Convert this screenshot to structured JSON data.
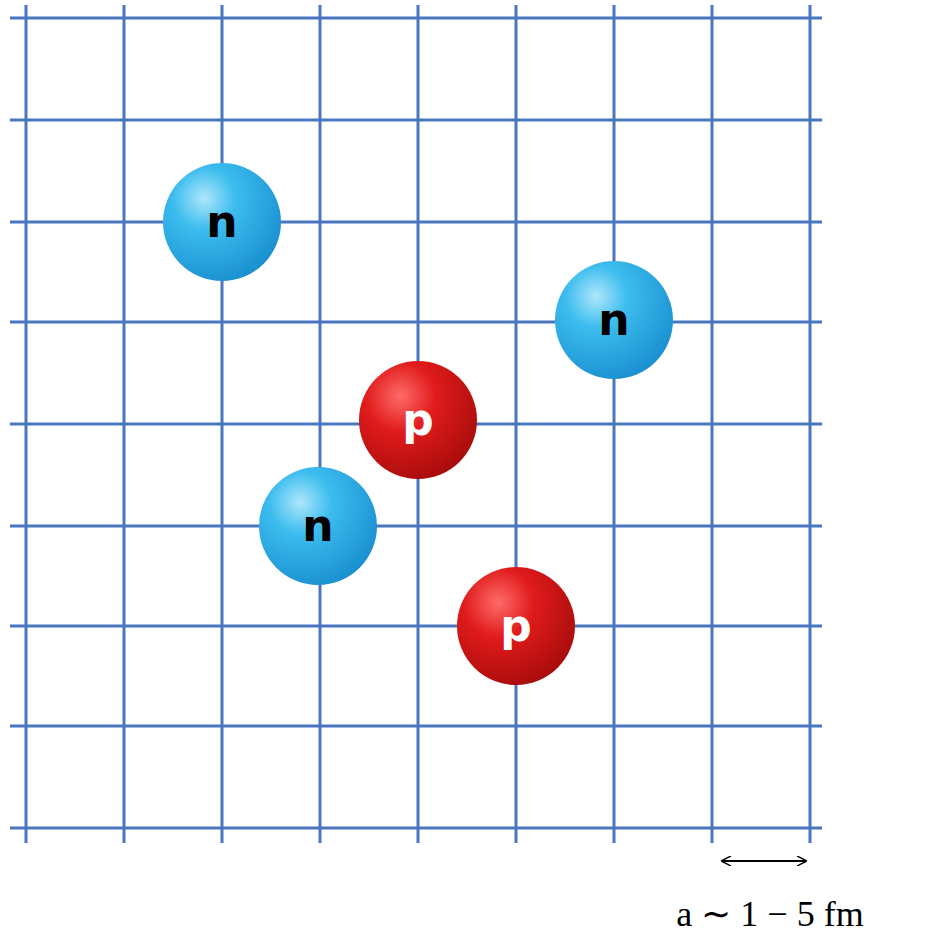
{
  "diagram": {
    "nodes": [
      {
        "text": [
          "n"
        ]
      },
      {
        "text": [
          "n"
        ]
      },
      {
        "text": [
          "p"
        ]
      },
      {
        "text": [
          "n"
        ]
      },
      {
        "text": [
          "p"
        ]
      }
    ],
    "labels": [
      "a ∼ 1 − 5 fm"
    ]
  }
}
